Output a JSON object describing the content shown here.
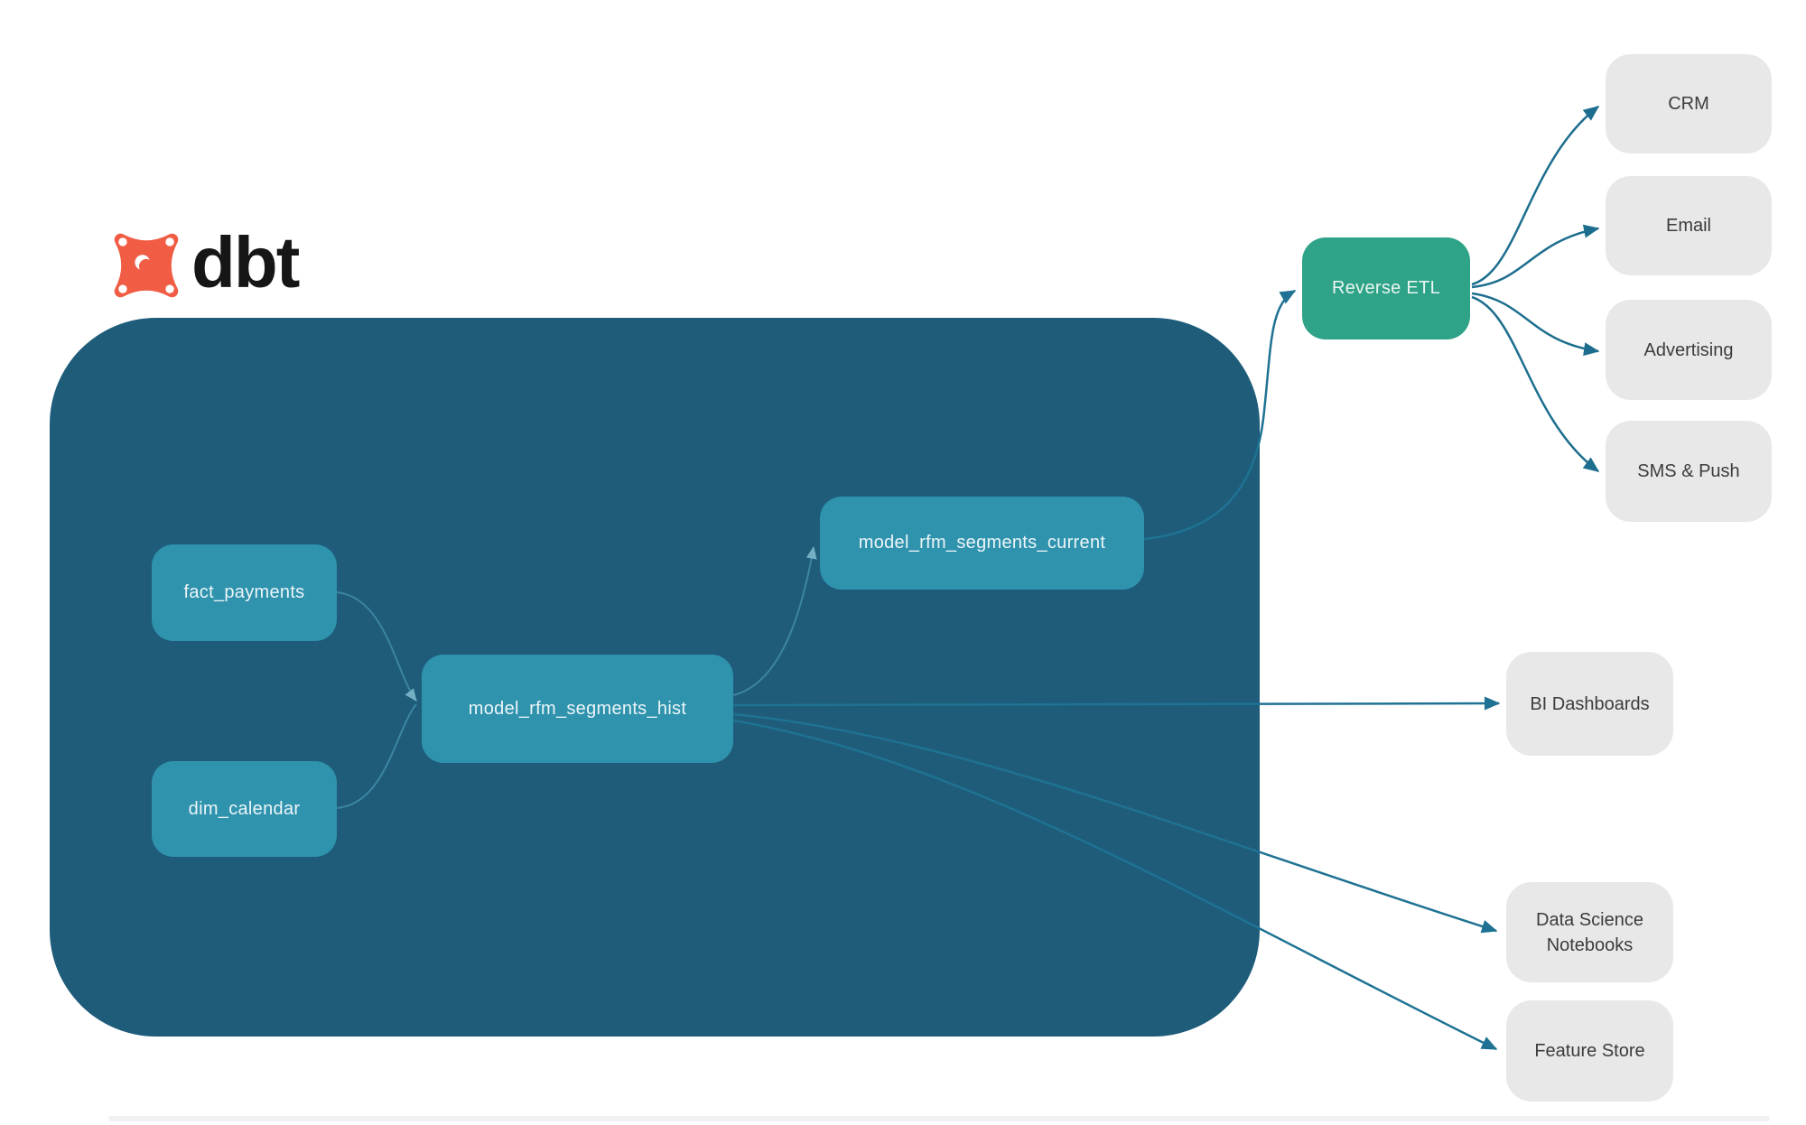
{
  "brand": {
    "name": "dbt",
    "icon": "dbt-logo-icon"
  },
  "colors": {
    "warehouse_container": "#1E5C7A",
    "model_node": "#2F93AE",
    "reverse_etl_node": "#2EA388",
    "destination_node": "#E8E8E8",
    "destination_text": "#3C3C3C",
    "edge": "#1D6E8E",
    "edge_inner": "#3D89A4",
    "logo_orange": "#F05C44"
  },
  "warehouse": {
    "nodes": [
      {
        "id": "fact_payments",
        "label": "fact_payments"
      },
      {
        "id": "dim_calendar",
        "label": "dim_calendar"
      },
      {
        "id": "model_rfm_segments_hist",
        "label": "model_rfm_segments_hist"
      },
      {
        "id": "model_rfm_segments_current",
        "label": "model_rfm_segments_current"
      }
    ]
  },
  "reverse_etl": {
    "label": "Reverse ETL"
  },
  "activation_destinations": [
    {
      "label": "CRM"
    },
    {
      "label": "Email"
    },
    {
      "label": "Advertising"
    },
    {
      "label": "SMS & Push"
    }
  ],
  "analytics_destinations": [
    {
      "label": "BI Dashboards"
    },
    {
      "label": "Data Science Notebooks"
    },
    {
      "label": "Feature Store"
    }
  ],
  "edges": [
    {
      "from": "fact_payments",
      "to": "model_rfm_segments_hist"
    },
    {
      "from": "dim_calendar",
      "to": "model_rfm_segments_hist"
    },
    {
      "from": "model_rfm_segments_hist",
      "to": "model_rfm_segments_current"
    },
    {
      "from": "model_rfm_segments_current",
      "to": "Reverse ETL"
    },
    {
      "from": "model_rfm_segments_hist",
      "to": "BI Dashboards"
    },
    {
      "from": "model_rfm_segments_hist",
      "to": "Data Science Notebooks"
    },
    {
      "from": "model_rfm_segments_hist",
      "to": "Feature Store"
    },
    {
      "from": "Reverse ETL",
      "to": "CRM"
    },
    {
      "from": "Reverse ETL",
      "to": "Email"
    },
    {
      "from": "Reverse ETL",
      "to": "Advertising"
    },
    {
      "from": "Reverse ETL",
      "to": "SMS & Push"
    }
  ]
}
